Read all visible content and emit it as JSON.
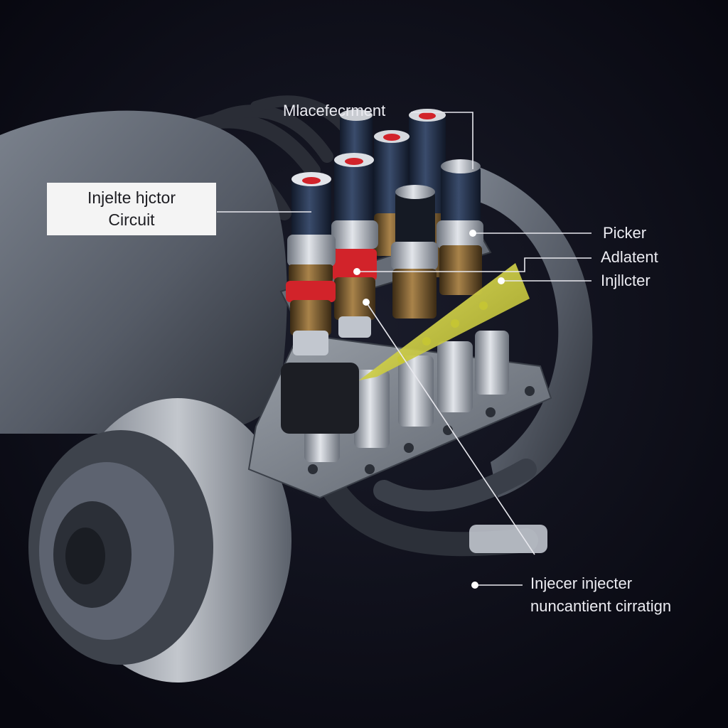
{
  "labels": {
    "top": "Mlacefecrment",
    "box_line1": "Injelte hjctor",
    "box_line2": "Circuit",
    "right1": "Picker",
    "right2": "Adlatent",
    "right3": "Injllcter",
    "bottom_line1": "Injecer injecter",
    "bottom_line2": "nuncantient cirratign"
  },
  "colors": {
    "background": "#0c0d18",
    "engine_gray": "#5f6672",
    "cap_red": "#d2232a",
    "cap_blue": "#1e2c44",
    "highlight_yellow": "#d8d83a",
    "label_text": "#ececf2"
  }
}
